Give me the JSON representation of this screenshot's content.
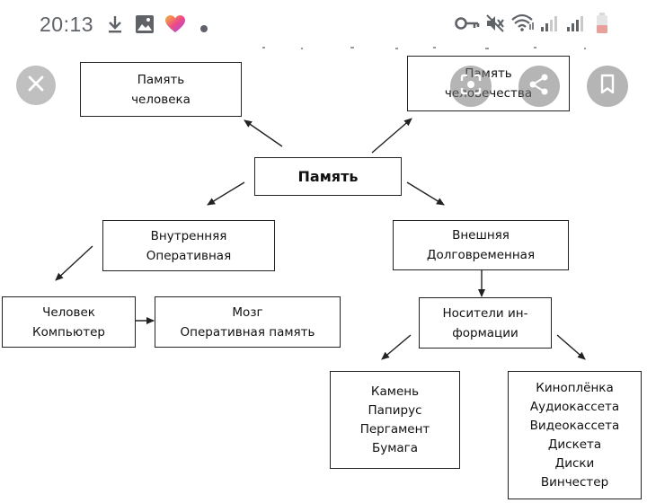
{
  "status_bar": {
    "time": "20:13",
    "left_icons": [
      "download-icon",
      "image-icon",
      "heart-app-icon",
      "dot-icon"
    ],
    "right_icons": [
      "key-icon",
      "mute-icon",
      "wifi-icon",
      "signal-icon",
      "signal-icon-2",
      "battery-icon"
    ],
    "battery_color": "#e8a09a"
  },
  "overlay": {
    "close_label": "close",
    "lens_label": "image search",
    "share_label": "share",
    "bookmark_label": "bookmark"
  },
  "diagram": {
    "nodes": {
      "human_memory": [
        "Память",
        "человека"
      ],
      "humanity_memory": [
        "Память",
        "человечества"
      ],
      "memory": [
        "Память"
      ],
      "internal": [
        "Внутренняя",
        "Оперативная"
      ],
      "external": [
        "Внешняя",
        "Долговременная"
      ],
      "human_computer": [
        "Человек",
        "Компьютер"
      ],
      "brain_ram": [
        "Мозг",
        "Оперативная память"
      ],
      "carriers": [
        "Носители ин-",
        "формации"
      ],
      "old_media": [
        "Камень",
        "Папирус",
        "Пергамент",
        "Бумага"
      ],
      "new_media": [
        "Киноплёнка",
        "Аудиокассета",
        "Видеокассета",
        "Дискета",
        "Диски",
        "Винчестер"
      ]
    }
  }
}
